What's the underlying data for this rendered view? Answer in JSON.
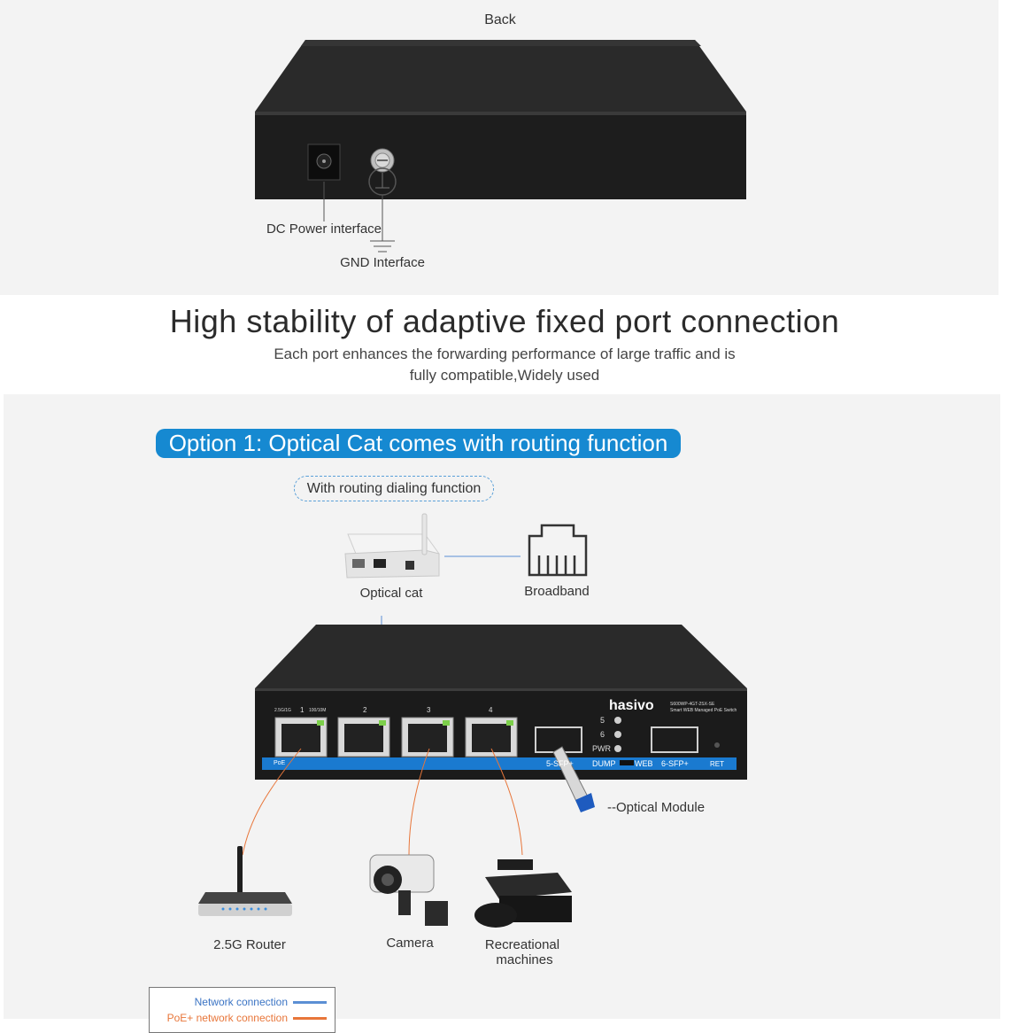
{
  "back_section": {
    "title": "Back",
    "dc_power_label": "DC Power interface",
    "gnd_label": "GND  Interface"
  },
  "headline": {
    "title": "High stability of adaptive fixed port connection",
    "subtitle_line1": "Each port enhances the forwarding performance of large traffic and is",
    "subtitle_line2": "fully compatible,Widely used"
  },
  "option": {
    "title": "Option 1: Optical Cat comes with routing function",
    "routing_note": "With routing dialing function",
    "optical_cat_label": "Optical cat",
    "broadband_label": "Broadband",
    "optical_module_label": "--Optical Module",
    "router_label": "2.5G Router",
    "camera_label": "Camera",
    "recreational_label_line1": "Recreational",
    "recreational_label_line2": "machines"
  },
  "switch": {
    "brand": "hasivo",
    "model": "S600WP-4GT-2SX-SE",
    "model_desc": "Smart WEB Managed PoE Switch",
    "port_labels": [
      "1",
      "2",
      "3",
      "4"
    ],
    "port1_speed_a": "2.5G/1G",
    "port1_speed_b": "100/10M",
    "poe_label": "PoE",
    "led5": "5",
    "led6": "6",
    "pwr": "PWR",
    "sfp5": "5-SFP+",
    "dump": "DUMP",
    "web": "WEB",
    "sfp6": "6-SFP+",
    "ret": "RET"
  },
  "legend": {
    "network": "Network connection",
    "poe": "PoE+ network connection",
    "network_color": "#5b8fd4",
    "poe_color": "#e8763a"
  },
  "colors": {
    "accent": "#1689d1",
    "device_body": "#1e1e1e"
  }
}
